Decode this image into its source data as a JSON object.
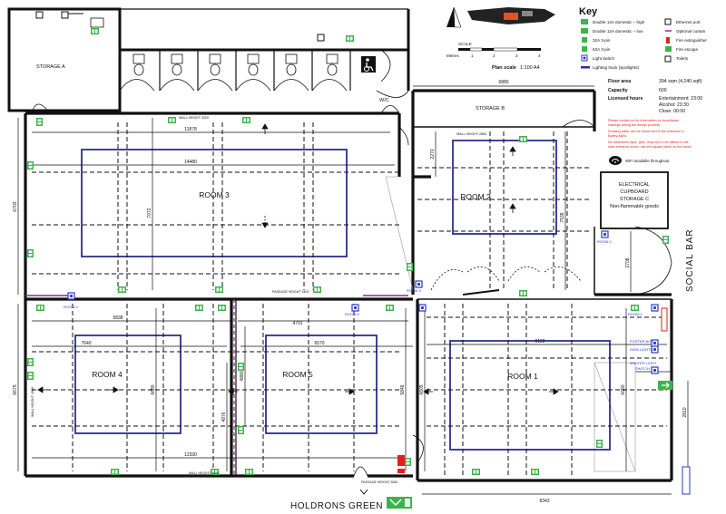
{
  "key": {
    "title": "Key",
    "items_left": [
      {
        "label": "Double 13A domestic – high",
        "icon": "socket-icon"
      },
      {
        "label": "Double 13A domestic – low",
        "icon": "socket-icon"
      },
      {
        "label": "32A 3-pin",
        "icon": "power-32a-icon"
      },
      {
        "label": "63A 3-pin",
        "icon": "power-63a-icon"
      },
      {
        "label": "Light switch",
        "icon": "light-switch-icon"
      },
      {
        "label": "Lighting track (spotlights)",
        "icon": "lighting-track-icon"
      }
    ],
    "items_right": [
      {
        "label": "Ethernet port",
        "icon": "ethernet-icon"
      },
      {
        "label": "Optional curtain",
        "icon": "curtain-icon"
      },
      {
        "label": "Fire extinguisher",
        "icon": "fire-extinguisher-icon"
      },
      {
        "label": "Fire escape",
        "icon": "fire-escape-icon"
      },
      {
        "label": "Toilets",
        "icon": "toilets-icon"
      }
    ]
  },
  "scale": {
    "label": "SCALE",
    "metres_label": "Metres",
    "ticks": [
      "1",
      "2",
      "3",
      "4"
    ],
    "plan_scale_label": "Plan scale",
    "plan_scale_value": "1:100 A4"
  },
  "info": {
    "floor_area_label": "Floor area",
    "floor_area_value": "394 sqm (4,240 sqft)",
    "capacity_label": "Capacity",
    "capacity_value": "600",
    "licensed_label": "Licensed hours",
    "licensed_lines": [
      "Entertainment: 23:00",
      "Alcohol: 23:30",
      "Close: 00:00"
    ],
    "notes": [
      "Please contact us for information on truss/beam",
      "loadings during the design process.",
      "Drinking water can be found next to the entrance to",
      "Bobby Akihu.",
      "No adhesives (tape, glue, vinyl etc) to be affixed to the",
      "main entrance doors, use the square panel on the doors."
    ],
    "wifi_text": "WiFi available throughout"
  },
  "colors": {
    "wall": "#111111",
    "room_outline": "#2b2f8f",
    "socket_green": "#3cb44b",
    "fire_red": "#e02020",
    "switch_blue": "#2b39c7",
    "curtain_purple": "#8e2a8e"
  },
  "rooms": {
    "room1": "ROOM 1",
    "room2": "ROOM 2",
    "room3": "ROOM 3",
    "room4": "ROOM 4",
    "room5": "ROOM 5"
  },
  "labels": {
    "storage_a": "STORAGE A",
    "storage_b": "STORAGE B",
    "wc": "W/C",
    "electrical_lines": [
      "ELECTRICAL",
      "CUPBOARD",
      "STORAGE C",
      "Non-flammable goods"
    ],
    "social_bar": "SOCIAL BAR",
    "holdrons_green": "HOLDRONS GREEN",
    "poster_box": "POSTER BOX",
    "sign_lights": "SIGN LIGHTS",
    "master_light_lines": [
      "MASTER LIGHT",
      "SWITCH"
    ],
    "room1_switch": "ROOM 1",
    "room2_switch": "ROOM 2",
    "room3_switch": "ROOM 3",
    "room4_switch": "ROOM 4",
    "room5_switch": "ROOM 5"
  },
  "wall_heights": {
    "top": "WALL HEIGHT 3320",
    "room2_top": "WALL HEIGHT 2850",
    "bottom": "WALL HEIGHT 4000",
    "passage_top": "PASSAGE HEIGHT 3400",
    "passage_bottom": "PASSAGE HEIGHT 3540",
    "left": "WALL HEIGHT 4000"
  },
  "dimensions": {
    "d6880": "6880",
    "d11878": "11878",
    "d14480": "14480",
    "d7072": "7072",
    "d6703": "6703",
    "d2270": "2270",
    "d7539": "7539",
    "d2708": "2708",
    "d5838": "5838",
    "d4791": "4791",
    "d7640": "7640",
    "d6570": "6570",
    "d9122": "9122",
    "d6680a": "6680",
    "d4880": "4880",
    "d4876": "4876",
    "d5846": "5846",
    "d6675": "6675",
    "d6605": "6605",
    "d12330": "12330",
    "d8343": "8343",
    "d6680b": "6680",
    "d2810": "2810"
  }
}
